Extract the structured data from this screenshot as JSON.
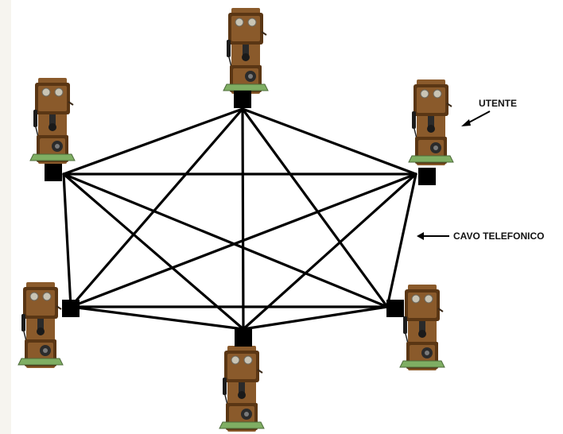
{
  "labels": {
    "user": "UTENTE",
    "cable": "CAVO TELEFONICO"
  },
  "nodes": [
    {
      "id": "top"
    },
    {
      "id": "upper-left"
    },
    {
      "id": "upper-right"
    },
    {
      "id": "lower-left"
    },
    {
      "id": "lower-right"
    },
    {
      "id": "bottom"
    }
  ],
  "links": "full-mesh",
  "icons": {
    "phone": "wall-telephone-icon",
    "terminal": "junction-box-icon",
    "arrow": "arrow-left-icon"
  },
  "colors": {
    "cable": "#000000",
    "phone_wood": "#8a5a2b",
    "phone_wood_dark": "#5a3614",
    "bell_metal": "#c9c4b4",
    "pad": "#7fae63"
  }
}
